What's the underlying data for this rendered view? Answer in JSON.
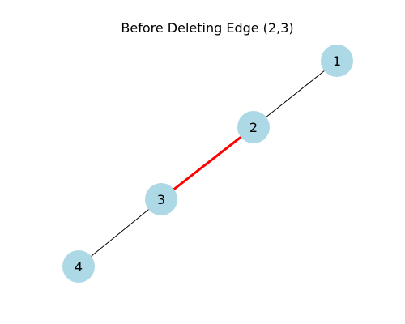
{
  "title": "Before Deleting Edge (2,3)",
  "colors": {
    "node_fill": "#add8e6",
    "edge_default": "#000000",
    "edge_highlight": "#ff0000",
    "background": "#ffffff"
  },
  "graph": {
    "nodes": [
      {
        "id": "1",
        "label": "1"
      },
      {
        "id": "2",
        "label": "2"
      },
      {
        "id": "3",
        "label": "3"
      },
      {
        "id": "4",
        "label": "4"
      }
    ],
    "edges": [
      {
        "source": "1",
        "target": "2",
        "highlighted": false
      },
      {
        "source": "2",
        "target": "3",
        "highlighted": true
      },
      {
        "source": "3",
        "target": "4",
        "highlighted": false
      }
    ]
  }
}
